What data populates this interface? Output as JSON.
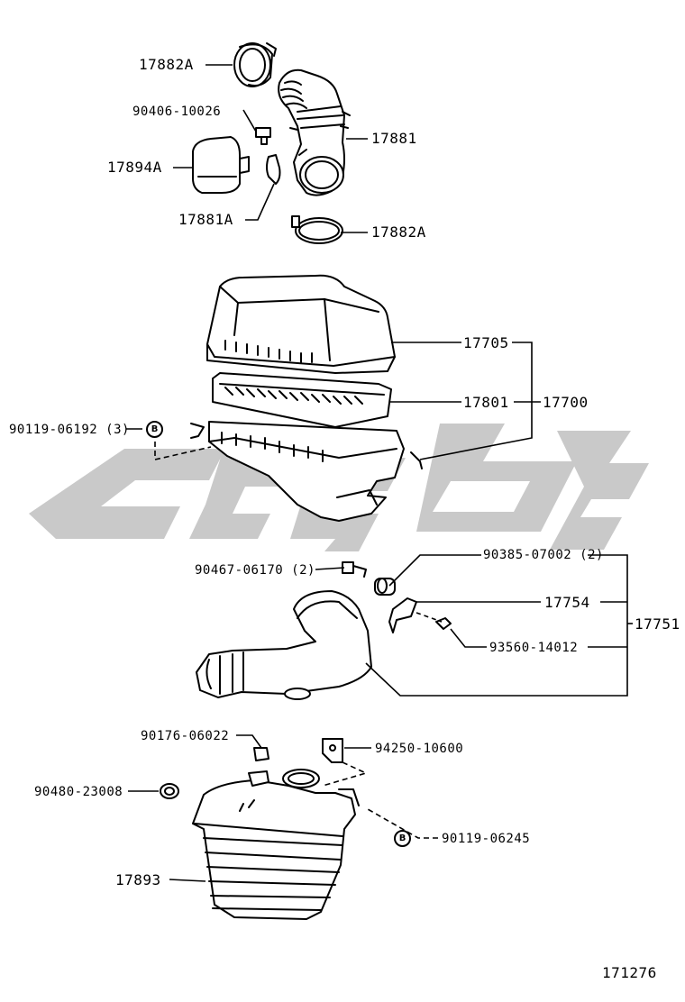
{
  "diagram": {
    "labels": {
      "p17882A_top": "17882A",
      "p90406": "90406-10026",
      "p17881": "17881",
      "p17894A": "17894A",
      "p17881A": "17881A",
      "p17882A_bot": "17882A",
      "p17705": "17705",
      "p17801": "17801",
      "p17700": "17700",
      "p90119_06192": "90119-06192 (3)",
      "p90467": "90467-06170 (2)",
      "p90385": "90385-07002 (2)",
      "p17754": "17754",
      "p17751": "17751",
      "p93560": "93560-14012",
      "p90176": "90176-06022",
      "p94250": "94250-10600",
      "p90480": "90480-23008",
      "p90119_06245": "90119-06245",
      "p17893": "17893",
      "fig_number": "171276"
    },
    "markers": {
      "b1": "B",
      "b2": "B"
    }
  },
  "colors": {
    "line": "#000000",
    "watermark": "#c8c8c8",
    "background": "#ffffff"
  }
}
